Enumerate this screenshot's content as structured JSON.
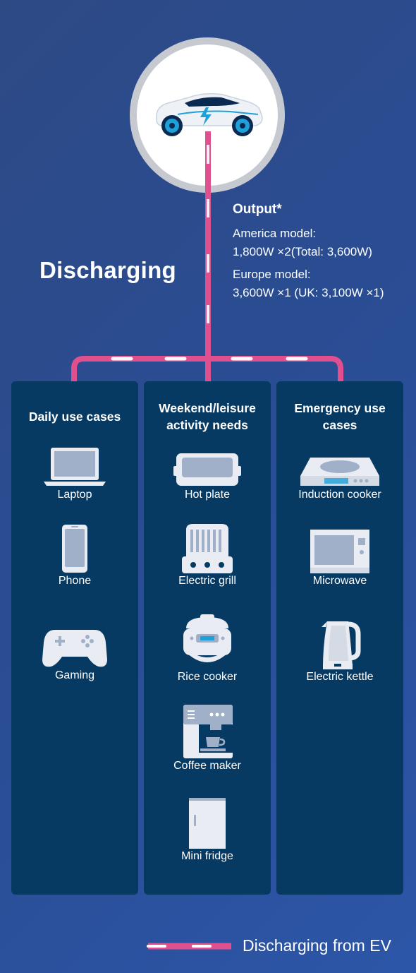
{
  "title": "Discharging",
  "output": {
    "heading": "Output*",
    "groups": [
      {
        "model": "America model:",
        "spec": "1,800W ×2(Total: 3,600W)"
      },
      {
        "model": "Europe model:",
        "spec": "3,600W ×1 (UK: 3,100W ×1)"
      }
    ]
  },
  "columns": [
    {
      "heading": "Daily use cases",
      "items": [
        {
          "label": "Laptop",
          "icon": "laptop-icon"
        },
        {
          "label": "Phone",
          "icon": "phone-icon"
        },
        {
          "label": "Gaming",
          "icon": "gamepad-icon"
        }
      ]
    },
    {
      "heading": "Weekend/leisure activity needs",
      "items": [
        {
          "label": "Hot plate",
          "icon": "hot-plate-icon"
        },
        {
          "label": "Electric grill",
          "icon": "electric-grill-icon"
        },
        {
          "label": "Rice cooker",
          "icon": "rice-cooker-icon"
        },
        {
          "label": "Coffee maker",
          "icon": "coffee-maker-icon"
        },
        {
          "label": "Mini fridge",
          "icon": "mini-fridge-icon"
        }
      ]
    },
    {
      "heading": "Emergency use cases",
      "items": [
        {
          "label": "Induction cooker",
          "icon": "induction-cooker-icon"
        },
        {
          "label": "Microwave",
          "icon": "microwave-icon"
        },
        {
          "label": "Electric kettle",
          "icon": "electric-kettle-icon"
        }
      ]
    }
  ],
  "legend": {
    "label": "Discharging from EV"
  },
  "colors": {
    "background": "#2c4f99",
    "panel": "#063a63",
    "flow": "#e0508f",
    "icon": "#e9edf3"
  }
}
